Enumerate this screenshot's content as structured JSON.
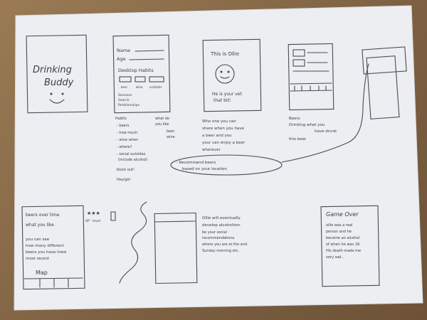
{
  "sketch1": {
    "title_line1": "Drinking",
    "title_line2": "Buddy"
  },
  "sketch2": {
    "field_name": "Name",
    "field_age": "Age",
    "section_title": "Desktop Habits",
    "box_labels": [
      "beer",
      "wine",
      "cocktails"
    ],
    "lower_lines": [
      "Sessions",
      "Search",
      "Relationships"
    ],
    "notes_left": [
      "Habits",
      "- beers",
      "- how much",
      "- wine when",
      "- where?",
      "- social outsides",
      "  (include alcohol)",
      "block out!",
      "Hey/girl"
    ],
    "notes_right": [
      "what do",
      "you like",
      "beer",
      "wine"
    ]
  },
  "sketch3": {
    "heading": "This is Ollie",
    "caption_line1": "He is your vet",
    "caption_line2": "that bit!",
    "notes": [
      "Who one you can",
      "share when you have",
      "a beer and you",
      "your can enjoy a beer",
      "wherever"
    ],
    "callout_line1": "- Recommend beers",
    "callout_line2": "  based on your location"
  },
  "sketch4": {
    "notes": [
      "Beers",
      "Drinking what you",
      "have drunk",
      "this beer"
    ]
  },
  "sketch6": {
    "lines": [
      "beers over time",
      "what you like",
      "you can see",
      "how many different",
      "beers you have tried",
      "most recent"
    ],
    "map_label": "Map",
    "side_marks": "★★★",
    "side_note": "XP - level"
  },
  "sketch7": {
    "notes": [
      "Ollie will eventually",
      "develop alcoholism.",
      "be your social",
      "recommendations",
      "where you are at the end",
      "Sunday morning etc."
    ]
  },
  "sketch8": {
    "title": "Game Over",
    "lines": [
      "ollie was a real",
      "person and he",
      "became an alcohol",
      "of when he was 18.",
      "His death made me",
      "very sad..."
    ]
  }
}
